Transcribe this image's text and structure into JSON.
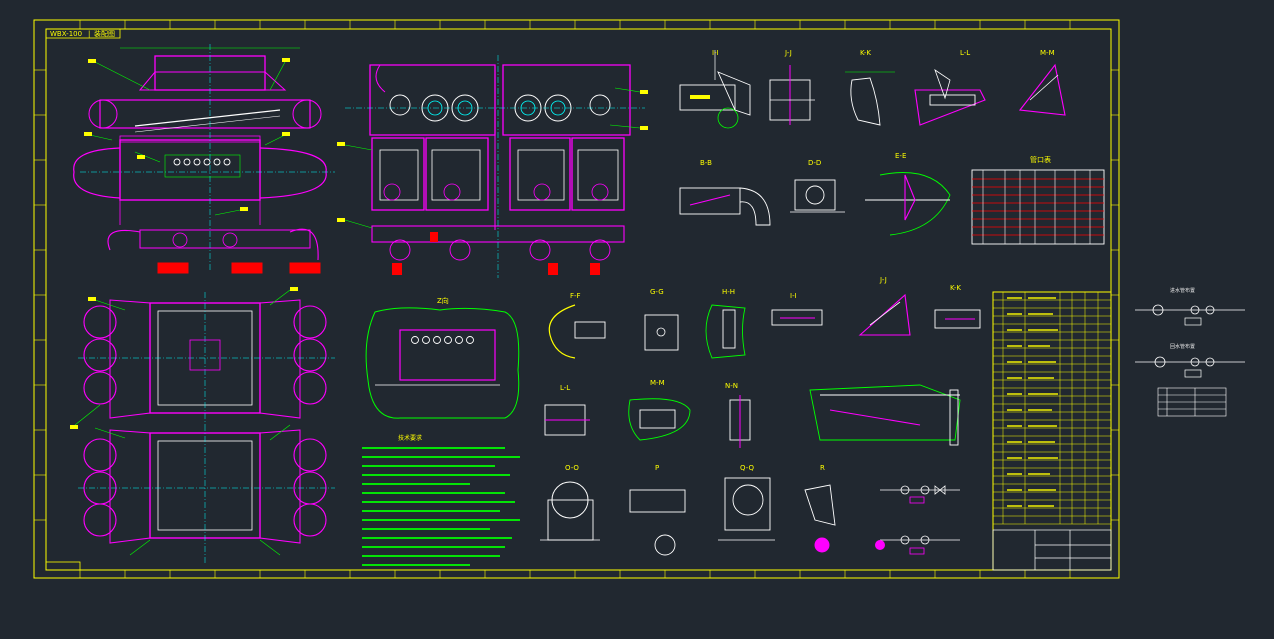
{
  "title_tag": {
    "code": "WBX-100",
    "sep": "|",
    "label": "装配图"
  },
  "sections": {
    "top_views": [
      "I-I",
      "J-J",
      "K-K",
      "L-L",
      "M-M"
    ],
    "mid_views": [
      "B-B",
      "D-D",
      "E-E"
    ],
    "lower_views": [
      "F-F",
      "G-G",
      "H-H",
      "I-I",
      "J-J",
      "K-K"
    ],
    "row3_views": [
      "L-L",
      "M-M",
      "N-N"
    ],
    "row4_views": [
      "O-O",
      "P",
      "Q-Q",
      "R"
    ],
    "detail_z": "Z向"
  },
  "table_title": "管口表",
  "notes_title": "技术要求",
  "note_lines": 14,
  "legend_views": [
    "进水管布置",
    "回水管布置"
  ],
  "colors": {
    "background": "#212830",
    "frame": "#ffff00",
    "vessel": "#ff00ff",
    "leader": "#00ff00",
    "centerline": "#00ffff",
    "white": "#ffffff",
    "flange": "#ff0000"
  }
}
